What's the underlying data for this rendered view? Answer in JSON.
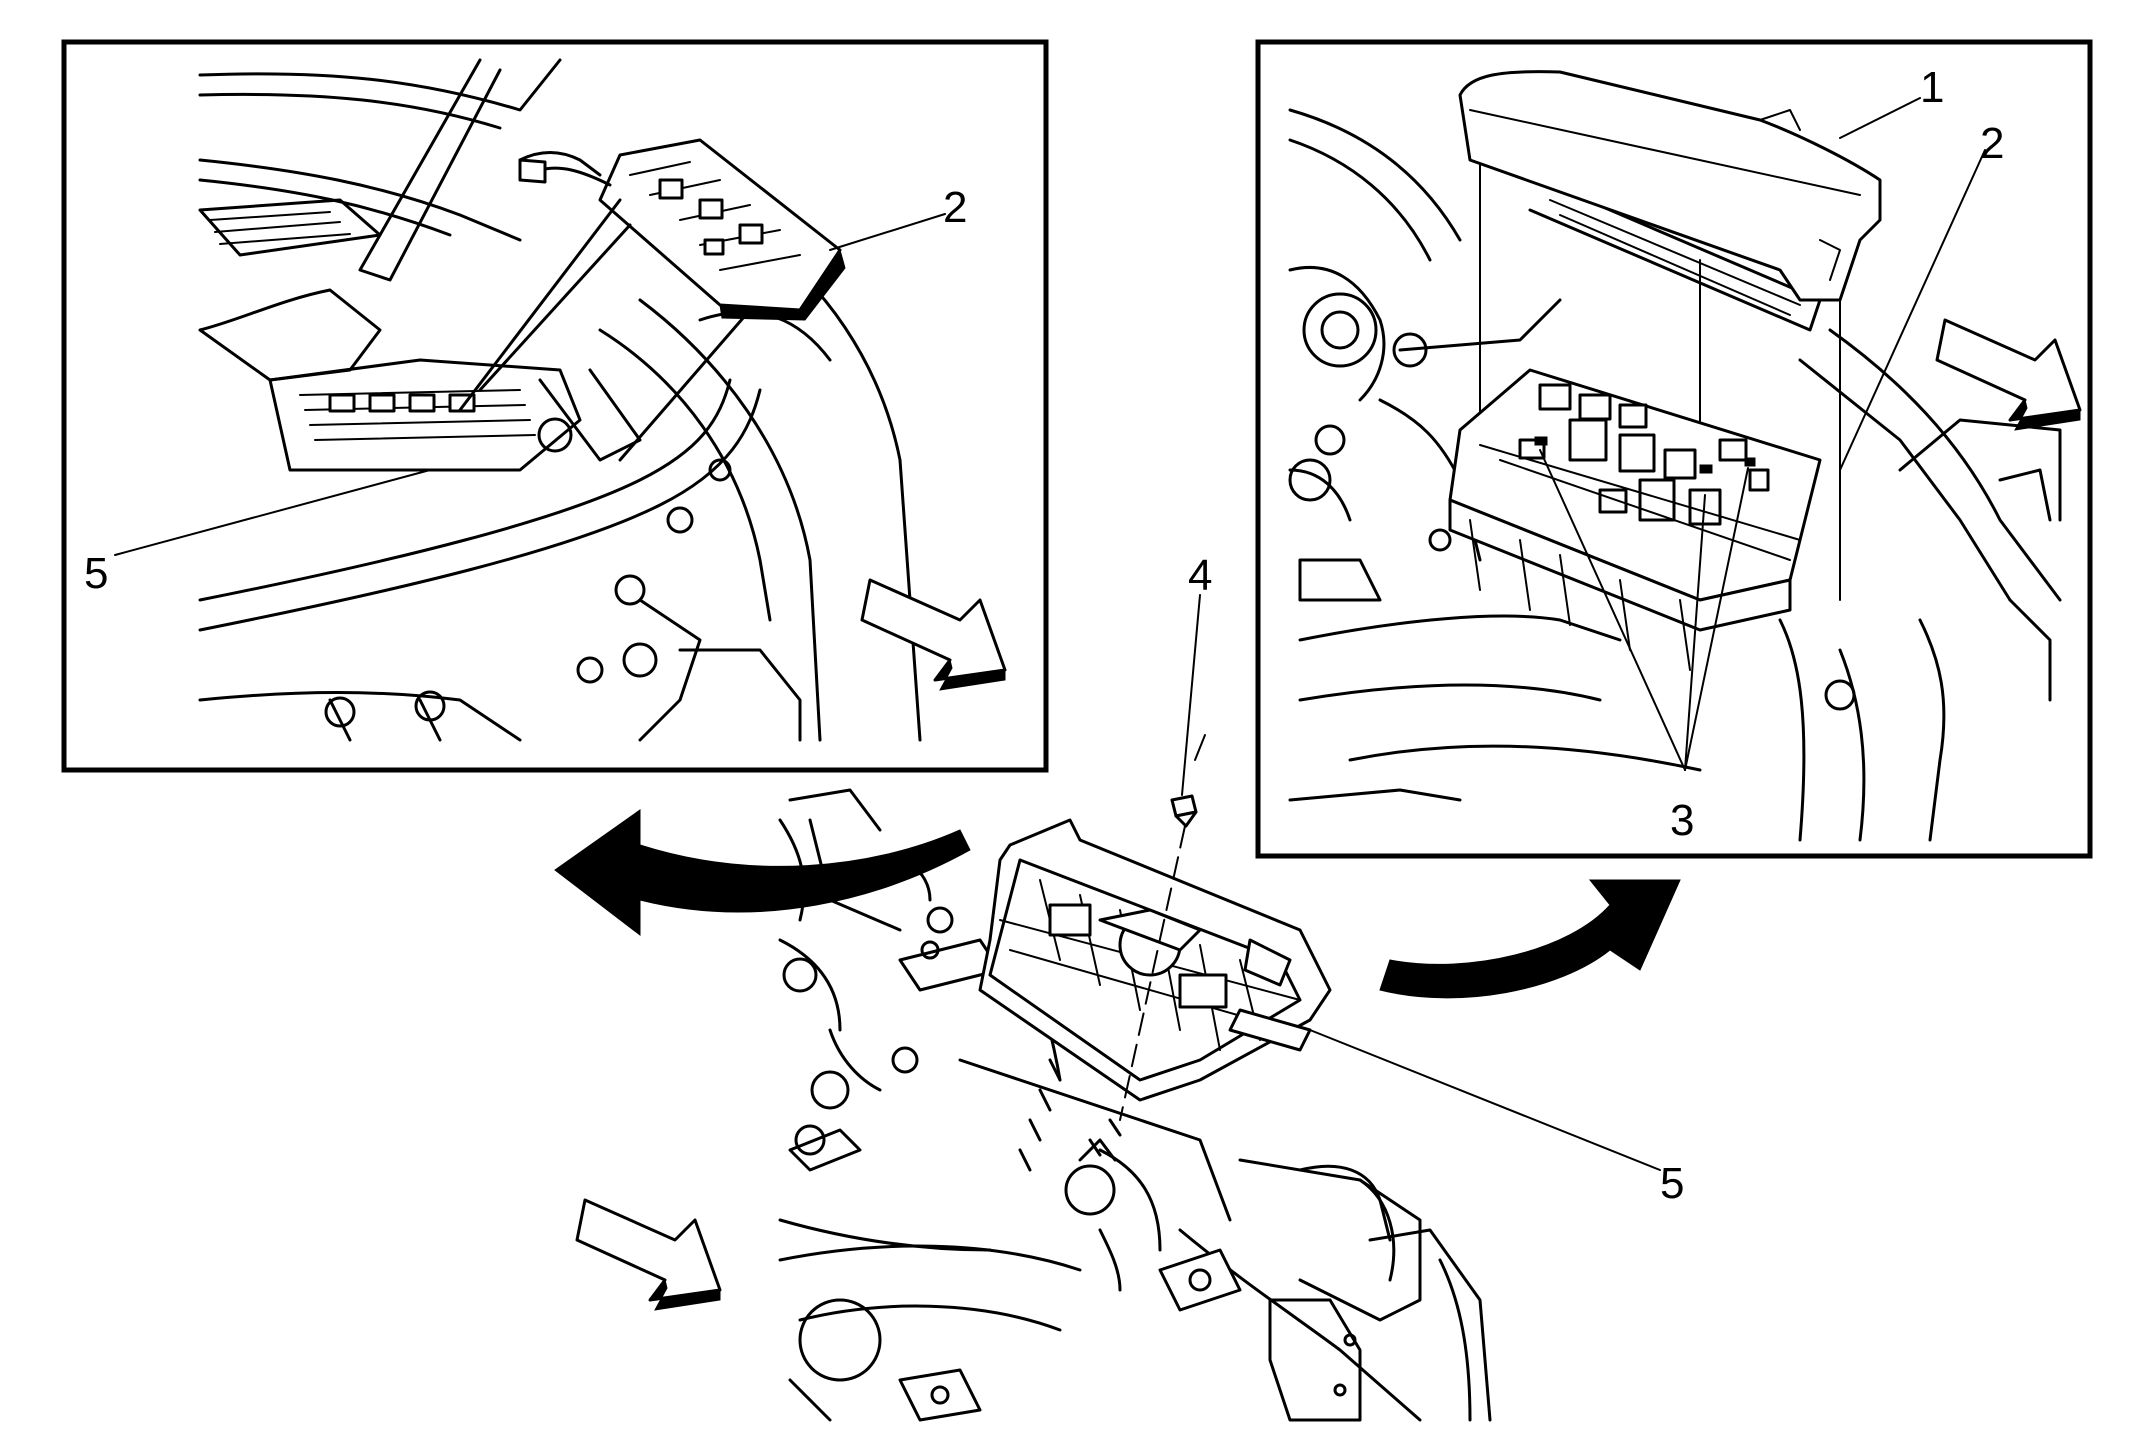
{
  "callouts": {
    "left_inset_2": "2",
    "left_inset_5": "5",
    "right_inset_1": "1",
    "right_inset_2": "2",
    "right_inset_3": "3",
    "center_4": "4",
    "center_5": "5"
  },
  "icons": {
    "forward_arrow": "direction-arrow-icon",
    "rotate_arrow": "curved-arrow-icon"
  },
  "colors": {
    "line": "#000000",
    "background": "#ffffff"
  }
}
